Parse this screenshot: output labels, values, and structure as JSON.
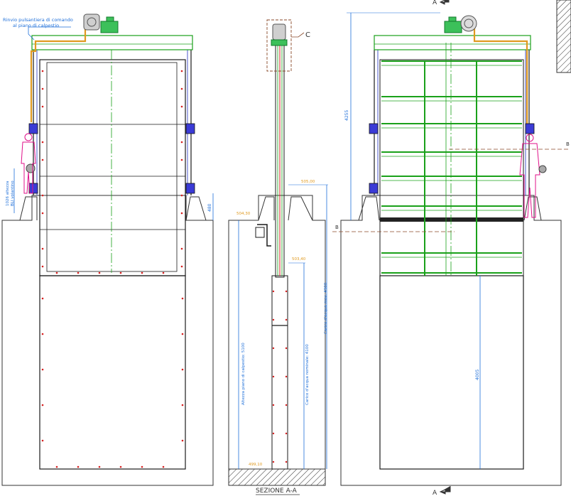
{
  "annotations": {
    "control_line1": "Rinvio pulsantiera di comando",
    "control_line2": "al piano di calpestio",
    "detail_c": "C",
    "section_title": "SEZIONE A-A",
    "section_top_label": "A",
    "section_bottom_label": "A",
    "marker_b_right": "B",
    "marker_b_left": "B"
  },
  "dimensions": {
    "handwheel_height_1": "1026 altezza",
    "handwheel_height_2": "BLI volantino",
    "sill_height": "480",
    "overall_height": "4255",
    "gate_height": "4005",
    "walkway_height": "Altezza piano di calpestio: 5100",
    "nominal_head": "Carico d'acqua nominale: 4100",
    "max_head": "Carico d'acqua max: 4900",
    "elev_top": "505,00",
    "elev_walkway": "504,30",
    "elev_water": "503,40",
    "elev_bottom": "499,10"
  },
  "colors": {
    "steel": "#1a1a1a",
    "frame_green": "#1aa11a",
    "hydraulic_orange": "#e09a20",
    "dimension_blue": "#1e6fd9",
    "bolt_red": "#d62020",
    "operator_magenta": "#e0108a",
    "drive_grey": "#7a7a7a",
    "annotation_brown": "#8a4a2a"
  }
}
